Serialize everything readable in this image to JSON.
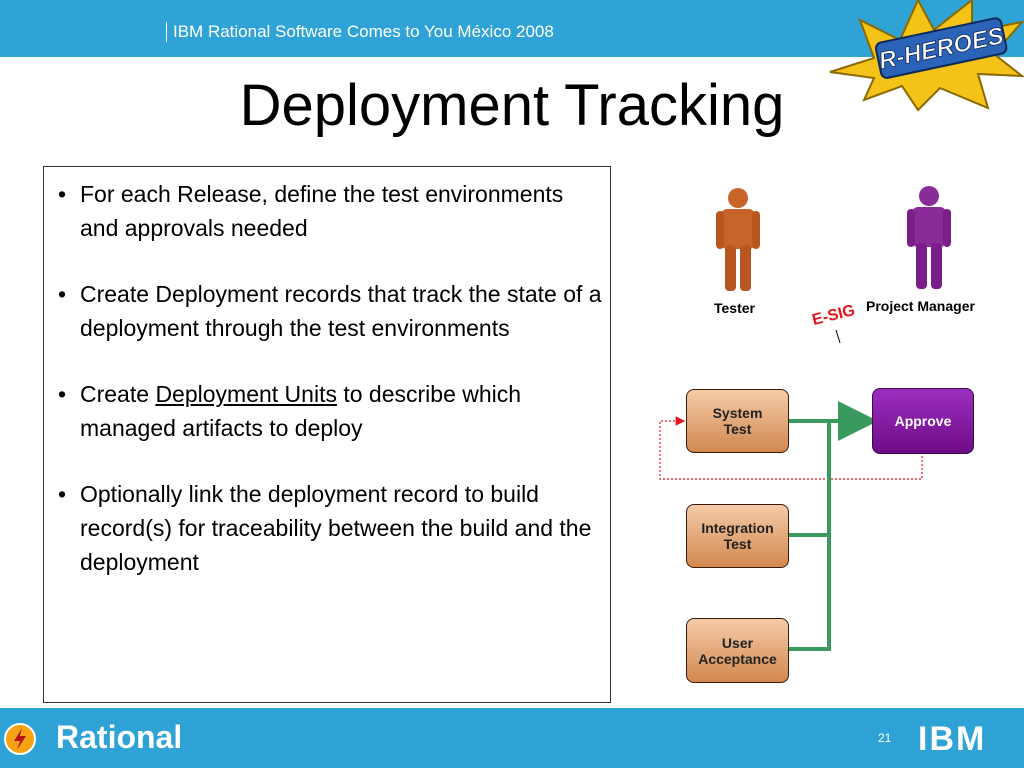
{
  "header": {
    "event": "IBM Rational Software Comes to You México 2008",
    "badge_text": "R-HEROES"
  },
  "slide": {
    "title": "Deployment Tracking",
    "bullets": [
      {
        "text": "For each Release, define the test environments and approvals needed"
      },
      {
        "text": "Create Deployment records that track the state of a deployment through the test environments"
      },
      {
        "prefix": "Create ",
        "link": "Deployment Units",
        "suffix": " to describe which managed artifacts to deploy"
      },
      {
        "text": "Optionally link the deployment record to build record(s) for traceability between the build and the deployment"
      }
    ]
  },
  "diagram": {
    "tester_label": "Tester",
    "pm_label": "Project Manager",
    "esig_label": "E-SIG",
    "stages": [
      {
        "line1": "System",
        "line2": "Test"
      },
      {
        "line1": "Integration",
        "line2": "Test"
      },
      {
        "line1": "User",
        "line2": "Acceptance"
      }
    ],
    "approve_label": "Approve",
    "colors": {
      "stage": "#d2884f",
      "approve": "#6e0c88",
      "connector": "#3a9a5e",
      "feedback": "#e0161b",
      "tester": "#c8642a",
      "pm": "#8a2b9a"
    }
  },
  "footer": {
    "brand": "Rational",
    "page_number": "21",
    "company": "IBM"
  },
  "theme": {
    "bar_color": "#2fa3d6"
  }
}
